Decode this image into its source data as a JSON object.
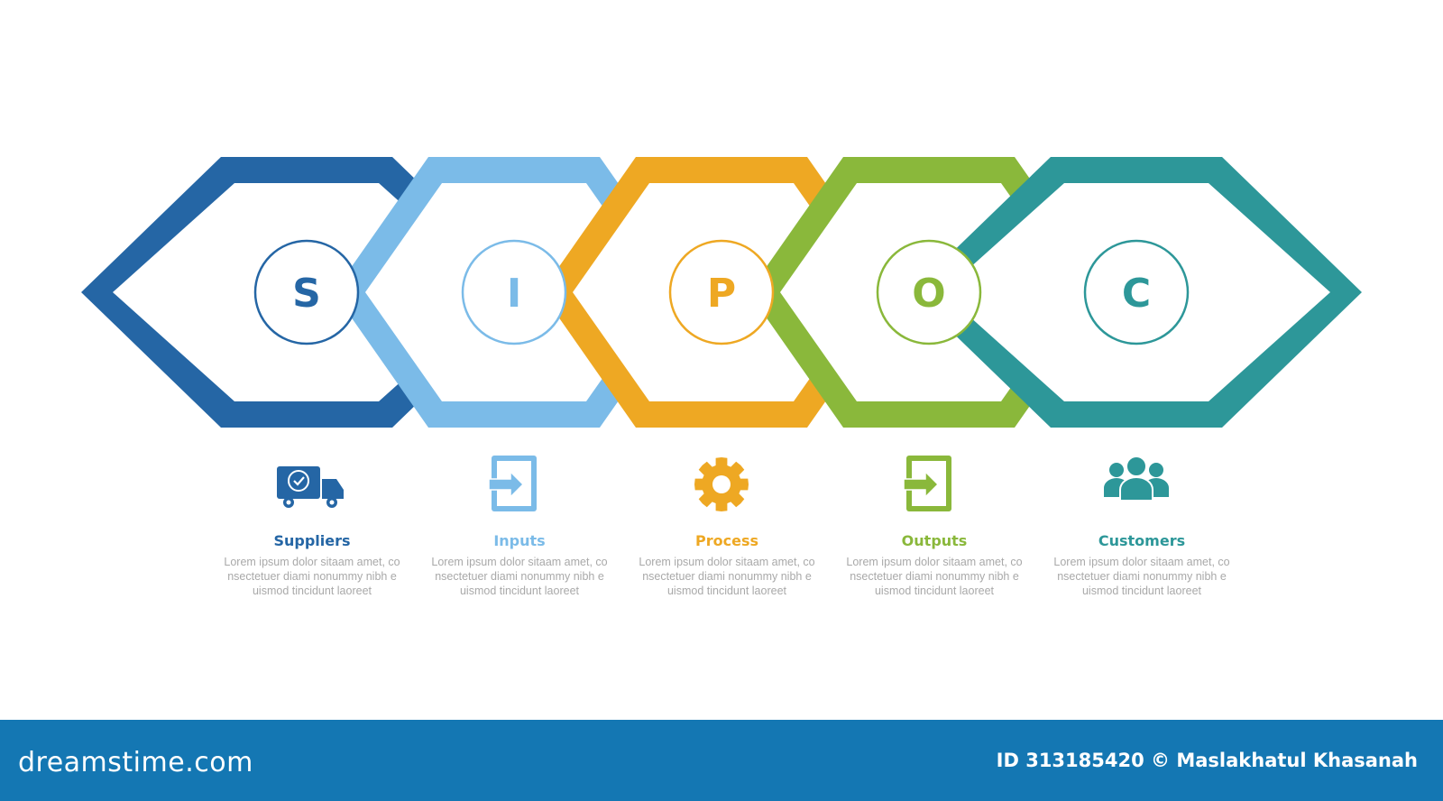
{
  "stages": [
    {
      "letter": "S",
      "title": "Suppliers",
      "icon": "delivery-truck-icon",
      "color": "#2566a5",
      "desc": [
        "Lorem ipsum dolor sitaam amet, co",
        "nsectetuer diami nonummy  nibh e",
        "uismod tincidunt laoreet"
      ]
    },
    {
      "letter": "I",
      "title": "Inputs",
      "icon": "input-door-icon",
      "color": "#7bbbe8",
      "desc": [
        "Lorem ipsum dolor sitaam amet, co",
        "nsectetuer diami nonummy  nibh e",
        "uismod tincidunt laoreet"
      ]
    },
    {
      "letter": "P",
      "title": "Process",
      "icon": "gear-icon",
      "color": "#eea823",
      "desc": [
        "Lorem ipsum dolor sitaam amet, co",
        "nsectetuer diami nonummy  nibh e",
        "uismod tincidunt laoreet"
      ]
    },
    {
      "letter": "O",
      "title": "Outputs",
      "icon": "output-door-icon",
      "color": "#8ab83b",
      "desc": [
        "Lorem ipsum dolor sitaam amet, co",
        "nsectetuer diami nonummy  nibh e",
        "uismod tincidunt laoreet"
      ]
    },
    {
      "letter": "C",
      "title": "Customers",
      "icon": "people-group-icon",
      "color": "#2d9799",
      "desc": [
        "Lorem ipsum dolor sitaam amet, co",
        "nsectetuer diami nonummy  nibh e",
        "uismod tincidunt laoreet"
      ]
    }
  ],
  "footer": {
    "logo_text": "dreamstime.com",
    "credit": "ID 313185420 © Maslakhatul Khasanah",
    "bar_color": "#1477b3"
  }
}
